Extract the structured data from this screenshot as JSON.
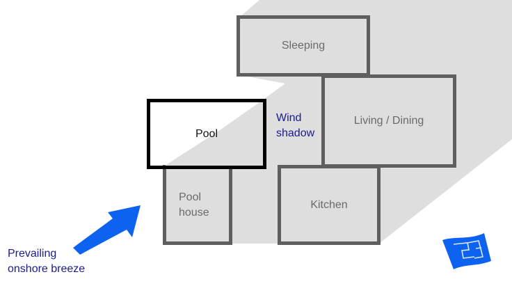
{
  "diagram": {
    "rooms": [
      {
        "id": "sleeping",
        "label": "Sleeping"
      },
      {
        "id": "living",
        "label": "Living / Dining"
      },
      {
        "id": "pool",
        "label": "Pool"
      },
      {
        "id": "pool_house",
        "label_line1": "Pool",
        "label_line2": "house"
      },
      {
        "id": "kitchen",
        "label": "Kitchen"
      }
    ],
    "wind_shadow": {
      "line1": "Wind",
      "line2": "shadow"
    },
    "breeze": {
      "line1": "Prevailing",
      "line2": "onshore breeze"
    },
    "colors": {
      "shadow": "#dedede",
      "wall": "#5f5f5f",
      "accent_text": "#1a1a8c",
      "arrow": "#0d63f0"
    },
    "logo": "blueprint-icon"
  }
}
